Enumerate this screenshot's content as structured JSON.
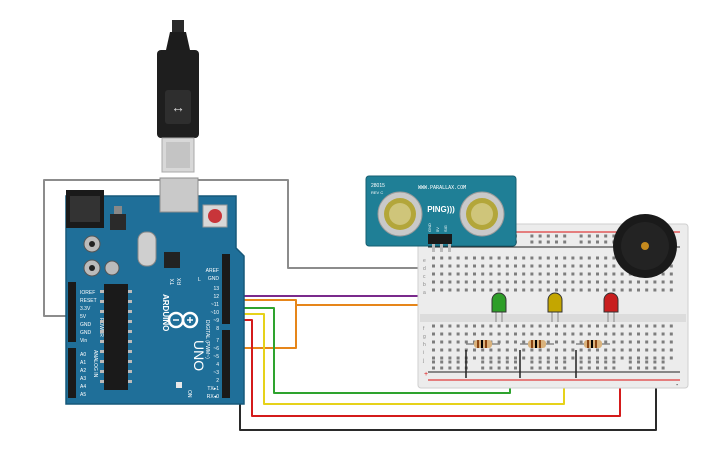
{
  "arduino": {
    "brand": "ARDUINO",
    "model": "UNO",
    "on_label": "ON",
    "tx_label": "TX",
    "rx_label": "RX",
    "l_label": "L",
    "power_header": "POWER",
    "analog_header": "ANALOG IN",
    "digital_header": "DIGITAL (PWM~)",
    "power_pins": [
      "IOREF",
      "RESET",
      "3.3V",
      "5V",
      "GND",
      "GND",
      "Vin"
    ],
    "analog_pins": [
      "A0",
      "A1",
      "A2",
      "A3",
      "A4",
      "A5"
    ],
    "digital_pins_top": [
      "AREF",
      "GND",
      "13",
      "12",
      "~11",
      "~10",
      "~9",
      "8"
    ],
    "digital_pins_bottom": [
      "7",
      "~6",
      "~5",
      "4",
      "~3",
      "2",
      "TX▸1",
      "RX◂0"
    ]
  },
  "sensor": {
    "header_left": "28015",
    "header_right": "WWW.PARALLAX.COM",
    "rev": "REV C",
    "name": "PING)))",
    "pins": [
      "GND",
      "5V",
      "SIG"
    ]
  },
  "breadboard": {
    "rails": [
      "+",
      "-"
    ],
    "rows_top": [
      "a",
      "b",
      "c",
      "d",
      "e"
    ],
    "rows_bottom": [
      "f",
      "g",
      "h",
      "i",
      "j"
    ],
    "columns": [
      "1",
      "2",
      "3",
      "4",
      "5",
      "6",
      "7",
      "8",
      "9",
      "10",
      "11",
      "12",
      "13",
      "14",
      "15",
      "16",
      "17",
      "18",
      "19",
      "20",
      "21",
      "22",
      "23",
      "24",
      "25",
      "26",
      "27",
      "28",
      "29",
      "30"
    ]
  },
  "leds": [
    {
      "color": "green",
      "hex": "#2e9e28"
    },
    {
      "color": "yellow",
      "hex": "#c4a600"
    },
    {
      "color": "red",
      "hex": "#c81e1e"
    }
  ],
  "wire_colors": {
    "gray": "#8c8c8c",
    "purple": "#7a2a8c",
    "orange": "#e6861a",
    "green": "#2ea32e",
    "yellow": "#e6d21a",
    "red": "#d41b1b",
    "black": "#2a2a2a"
  },
  "board_color": "#1f6f99",
  "sensor_color": "#1f7f96"
}
